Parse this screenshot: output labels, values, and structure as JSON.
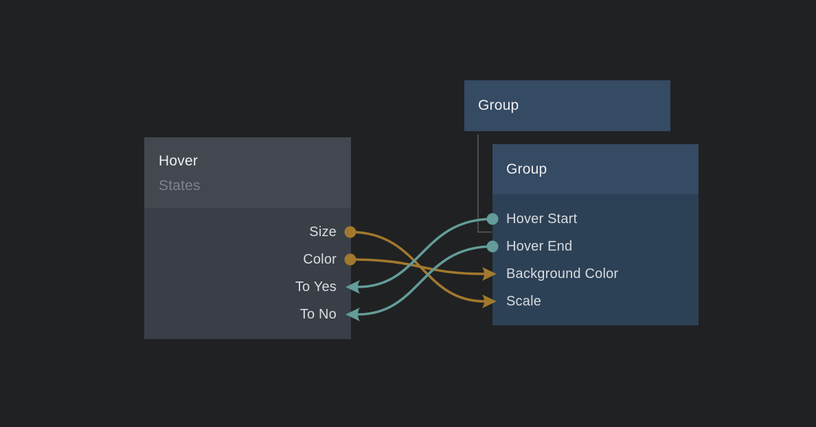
{
  "canvas": {
    "background": "#202122"
  },
  "colors": {
    "gold": "#a1792e",
    "teal": "#639c98",
    "connector_gray": "#4b4d4f"
  },
  "hover_node": {
    "title": "Hover",
    "subtitle": "States",
    "header_bg": "#43474f",
    "body_bg": "#3a3e47",
    "ports": [
      {
        "label": "Size",
        "marker": "dot",
        "color": "gold",
        "direction": "output"
      },
      {
        "label": "Color",
        "marker": "dot",
        "color": "gold",
        "direction": "output"
      },
      {
        "label": "To Yes",
        "marker": "arrow",
        "color": "teal",
        "direction": "input"
      },
      {
        "label": "To No",
        "marker": "arrow",
        "color": "teal",
        "direction": "input"
      }
    ]
  },
  "group_parent_node": {
    "title": "Group",
    "bg": "#354a63"
  },
  "group_node": {
    "title": "Group",
    "header_bg": "#354a63",
    "body_bg": "#2d4156",
    "ports": [
      {
        "label": "Hover Start",
        "marker": "dot",
        "color": "teal",
        "direction": "output"
      },
      {
        "label": "Hover End",
        "marker": "dot",
        "color": "teal",
        "direction": "output"
      },
      {
        "label": "Background Color",
        "marker": "arrow",
        "color": "gold",
        "direction": "input"
      },
      {
        "label": "Scale",
        "marker": "arrow",
        "color": "gold",
        "direction": "input"
      }
    ]
  },
  "connections": [
    {
      "from": "Size",
      "to": "Scale",
      "color": "gold"
    },
    {
      "from": "Color",
      "to": "Background Color",
      "color": "gold"
    },
    {
      "from": "Hover Start",
      "to": "To Yes",
      "color": "teal"
    },
    {
      "from": "Hover End",
      "to": "To No",
      "color": "teal"
    }
  ]
}
